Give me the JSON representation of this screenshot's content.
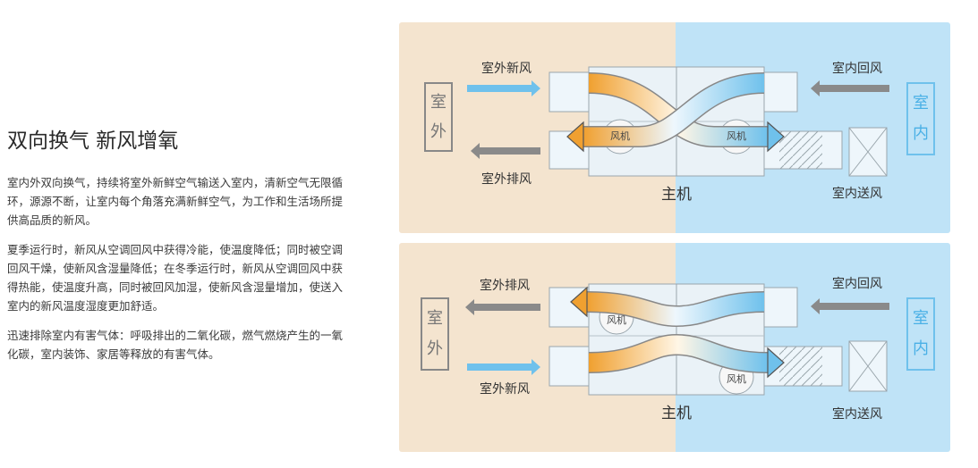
{
  "intro": {
    "title": "双向换气 新风增氧",
    "paragraphs": [
      "室内外双向换气，持续将室外新鲜空气输送入室内，清新空气无限循环，源源不断，让室内每个角落充满新鲜空气，为工作和生活场所提供高品质的新风。",
      "夏季运行时，新风从空调回风中获得冷能，使温度降低；同时被空调回风干燥，使新风含湿量降低；在冬季运行时，新风从空调回风中获得热能，使温度升高，同时被回风加湿，使新风含湿量增加，使送入室内的新风温度湿度更加舒适。",
      "迅速排除室内有害气体：呼吸排出的二氧化碳，燃气燃烧产生的一氧化碳，室内装饰、家居等释放的有害气体。"
    ]
  },
  "diagram_top": {
    "outdoor": [
      "室",
      "外"
    ],
    "indoor": [
      "室",
      "内"
    ],
    "outdoor_fresh_air": "室外新风",
    "outdoor_exhaust": "室外排风",
    "indoor_return": "室内回风",
    "indoor_supply": "室内送风",
    "main_unit": "主机",
    "fan_left": "风机",
    "fan_right": "风机"
  },
  "diagram_bottom": {
    "outdoor": [
      "室",
      "外"
    ],
    "indoor": [
      "室",
      "内"
    ],
    "outdoor_exhaust": "室外排风",
    "outdoor_fresh_air": "室外新风",
    "indoor_return": "室内回风",
    "indoor_supply": "室内送风",
    "main_unit": "主机",
    "fan_top": "风机",
    "fan_bottom": "风机"
  },
  "colors": {
    "outdoor_bg": "#f4e4cf",
    "indoor_bg": "#bfe3f7",
    "warm": "#f0a030",
    "cool": "#6fc1ec",
    "gray_arrow": "#8a8a8a"
  }
}
